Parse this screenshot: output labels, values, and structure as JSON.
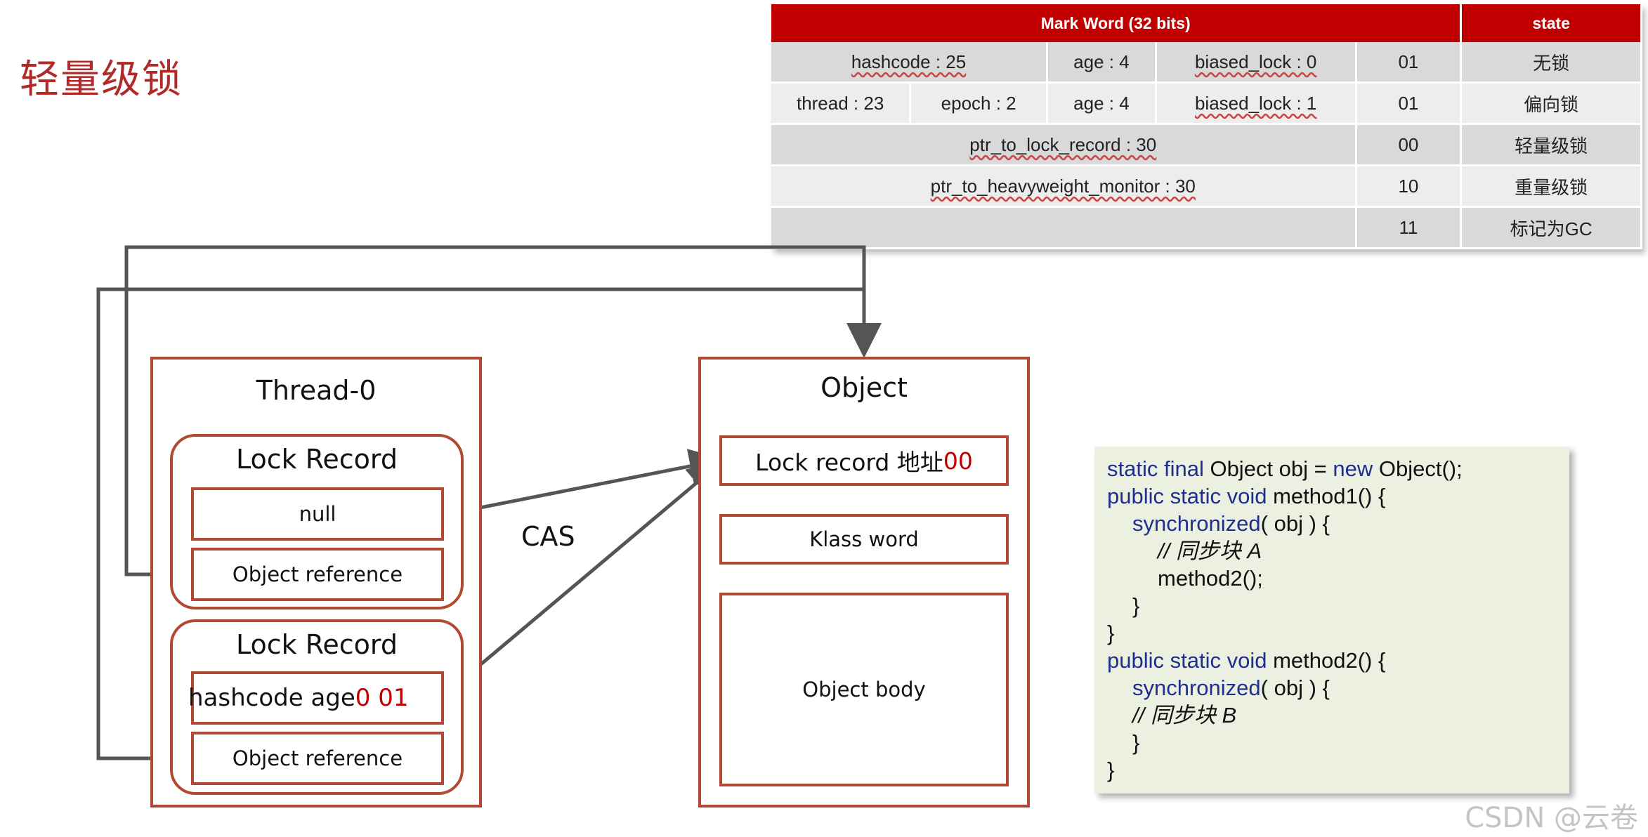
{
  "page": {
    "title": "轻量级锁"
  },
  "markword_table": {
    "header": {
      "mark_word": "Mark Word (32 bits)",
      "state": "state"
    },
    "rows": [
      {
        "cells": [
          "hashcode : 25",
          "age : 4",
          "biased_lock : 0"
        ],
        "bits": "01",
        "state": "无锁"
      },
      {
        "cells": [
          "thread : 23",
          "epoch : 2",
          "age : 4",
          "biased_lock : 1"
        ],
        "bits": "01",
        "state": "偏向锁"
      },
      {
        "cells": [
          "ptr_to_lock_record : 30"
        ],
        "bits": "00",
        "state": "轻量级锁"
      },
      {
        "cells": [
          "ptr_to_heavyweight_monitor : 30"
        ],
        "bits": "10",
        "state": "重量级锁"
      },
      {
        "cells": [
          ""
        ],
        "bits": "11",
        "state": "标记为GC"
      }
    ]
  },
  "thread": {
    "title": "Thread-0",
    "lock_record_1": {
      "title": "Lock Record",
      "top_cell": "null",
      "bottom_cell": "Object reference"
    },
    "lock_record_2": {
      "title": "Lock Record",
      "top_cell_text": "hashcode age ",
      "top_cell_bits": "0 01",
      "bottom_cell": "Object reference"
    }
  },
  "cas_label": "CAS",
  "object": {
    "title": "Object",
    "lock_record_text": "Lock record 地址 ",
    "lock_record_bits": "00",
    "klass_word": "Klass word",
    "object_body": "Object body"
  },
  "code": {
    "l1a": "static final",
    "l1b": " Object obj = ",
    "l1c": "new",
    "l1d": " Object();",
    "l2a": "public static void",
    "l2b": " method1() {",
    "l3a": "synchronized",
    "l3b": "( obj ) {",
    "l4": "// 同步块 A",
    "l5": "method2();",
    "l6": "}",
    "l7": "}",
    "l8a": "public static void",
    "l8b": " method2() {",
    "l9a": "synchronized",
    "l9b": "( obj ) {",
    "l10": "// 同步块 B",
    "l11": "}",
    "l12": "}"
  },
  "watermark": "CSDN @云卷",
  "colors": {
    "accent_red": "#c00000",
    "box_border": "#b24a33",
    "arrow": "#555555",
    "code_bg": "#ebf0e1",
    "code_keyword": "#1f2f8f"
  }
}
